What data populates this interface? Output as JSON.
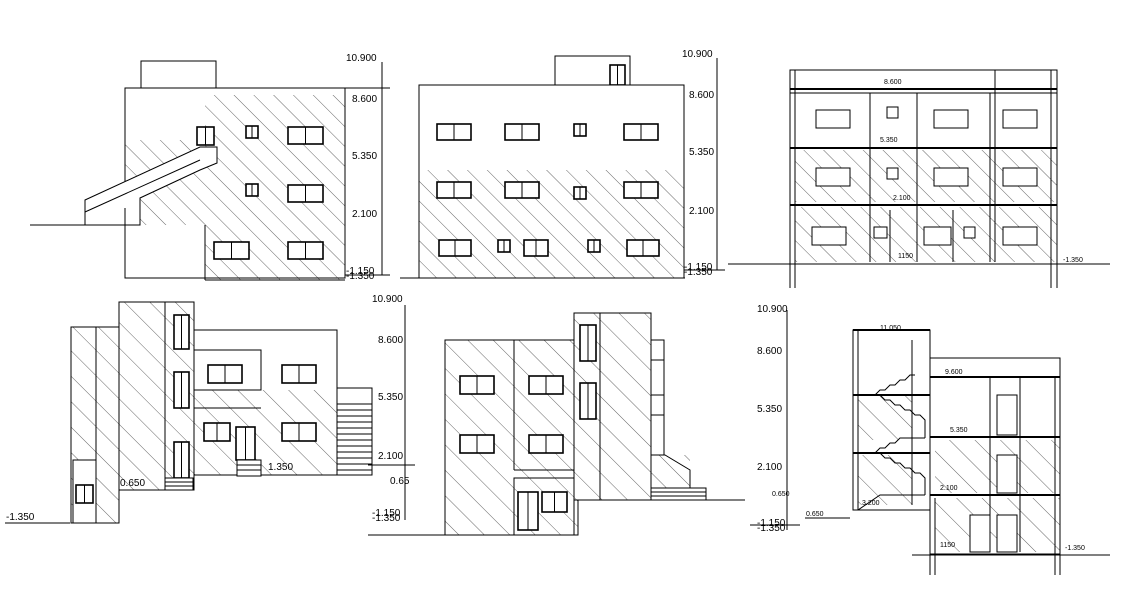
{
  "levels": {
    "top": "10.900",
    "roof": "8.600",
    "second": "5.350",
    "first": "2.100",
    "ground": "-1.350",
    "ground_alt": "-1.150",
    "plinth": "0.65",
    "plinth_alt": "0.650",
    "stair": "1.350"
  },
  "section_labels": {
    "roof_slab": "8.600",
    "second_slab": "5.350",
    "first_slab": "2.100",
    "foundation": "1150",
    "ground": "-1.350",
    "width": "11.050",
    "roof_slab_2": "9.600",
    "plinth": "0.650",
    "stair_floor": "3.200"
  },
  "colors": {
    "line": "#000000",
    "paper": "#ffffff"
  }
}
